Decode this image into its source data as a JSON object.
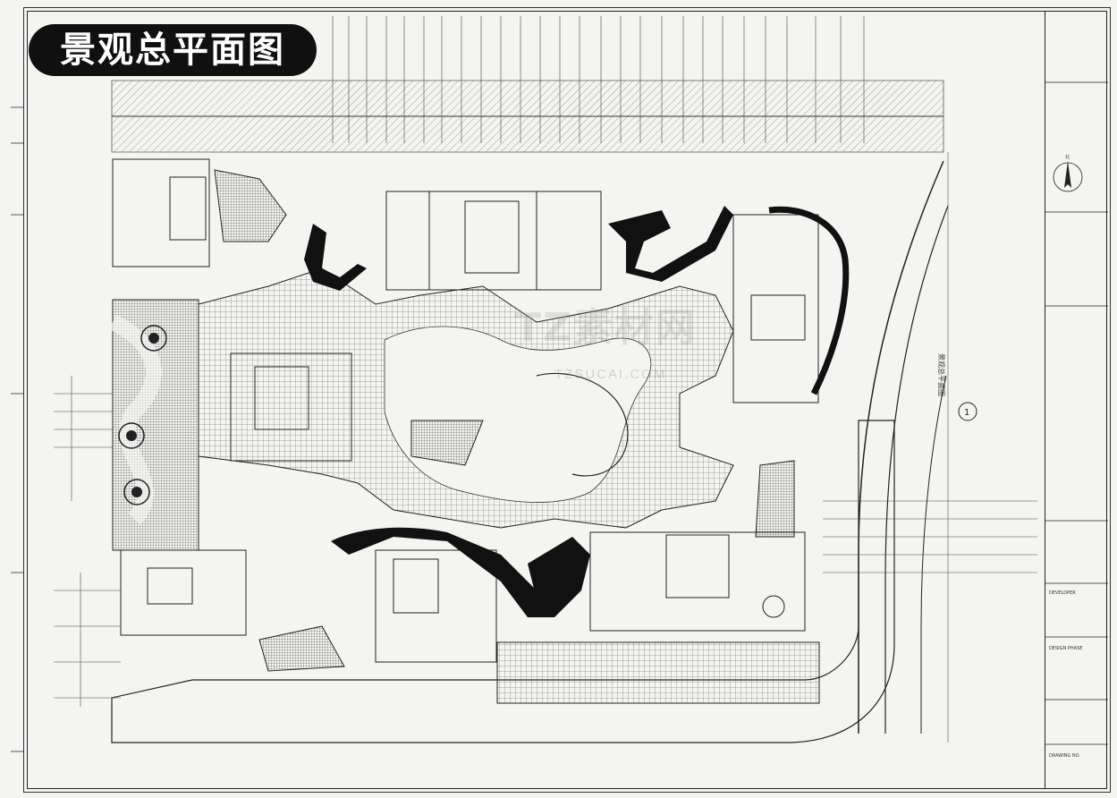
{
  "title": "景观总平面图",
  "drawing_label": "景观总平面图",
  "watermark": {
    "brand": "TZ素材网",
    "url": "TZSUCAI.COM"
  },
  "title_block": {
    "north_label": "北",
    "developer_label": "DEVELOPER",
    "design_label": "DESIGN PHASE",
    "drawing_no_label": "DRAWING NO."
  },
  "colors": {
    "badge_bg": "#101010",
    "line": "#222222",
    "paper": "#f4f4f2"
  }
}
